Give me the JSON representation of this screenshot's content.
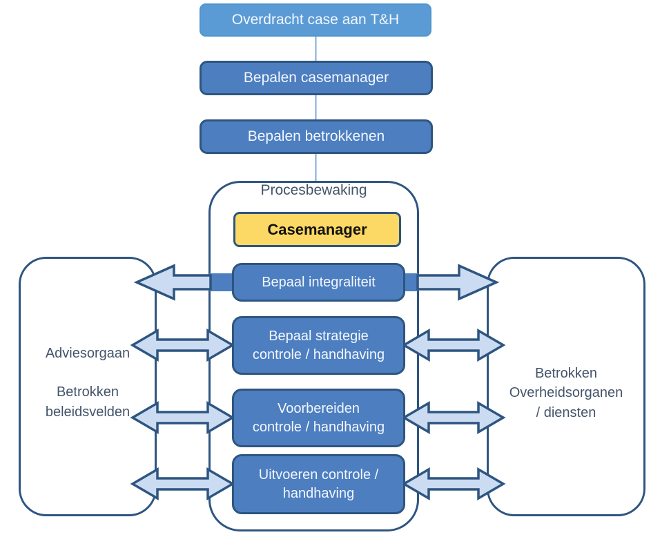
{
  "top_flow": [
    "Overdracht case aan T&H",
    "Bepalen casemanager",
    "Bepalen betrokkenen"
  ],
  "process": {
    "title": "Procesbewaking",
    "manager": "Casemanager",
    "steps": [
      {
        "lines": [
          "Bepaal integraliteit"
        ]
      },
      {
        "lines": [
          "Bepaal strategie",
          "controle / handhaving"
        ]
      },
      {
        "lines": [
          "Voorbereiden",
          "controle / handhaving"
        ]
      },
      {
        "lines": [
          "Uitvoeren controle /",
          "handhaving"
        ]
      }
    ]
  },
  "left_panel": {
    "lines": [
      "Adviesorgaan",
      "Betrokken",
      "beleidsvelden"
    ]
  },
  "right_panel": {
    "lines": [
      "Betrokken",
      "Overheidsorganen",
      "/ diensten"
    ]
  },
  "arrows": [
    {
      "row": "Bepaal integraliteit",
      "side": "left",
      "type": "single",
      "direction": "outward"
    },
    {
      "row": "Bepaal integraliteit",
      "side": "right",
      "type": "single",
      "direction": "outward"
    },
    {
      "row": "Bepaal strategie controle / handhaving",
      "side": "left",
      "type": "double"
    },
    {
      "row": "Bepaal strategie controle / handhaving",
      "side": "right",
      "type": "double"
    },
    {
      "row": "Voorbereiden controle / handhaving",
      "side": "left",
      "type": "double"
    },
    {
      "row": "Voorbereiden controle / handhaving",
      "side": "right",
      "type": "double"
    },
    {
      "row": "Uitvoeren controle / handhaving",
      "side": "left",
      "type": "double"
    },
    {
      "row": "Uitvoeren controle / handhaving",
      "side": "right",
      "type": "double"
    }
  ],
  "colors": {
    "light_blue": "#5b9bd5",
    "light_blue_border": "#4e95cc",
    "med_blue": "#4d7ebf",
    "dark_border": "#2e5580",
    "yellow": "#fcd964",
    "arrow_fill": "#cbdcf2",
    "label_text": "#44546a",
    "box_text": "#f2f7ff",
    "connector": "#7fa8d8",
    "bg": "#ffffff"
  }
}
